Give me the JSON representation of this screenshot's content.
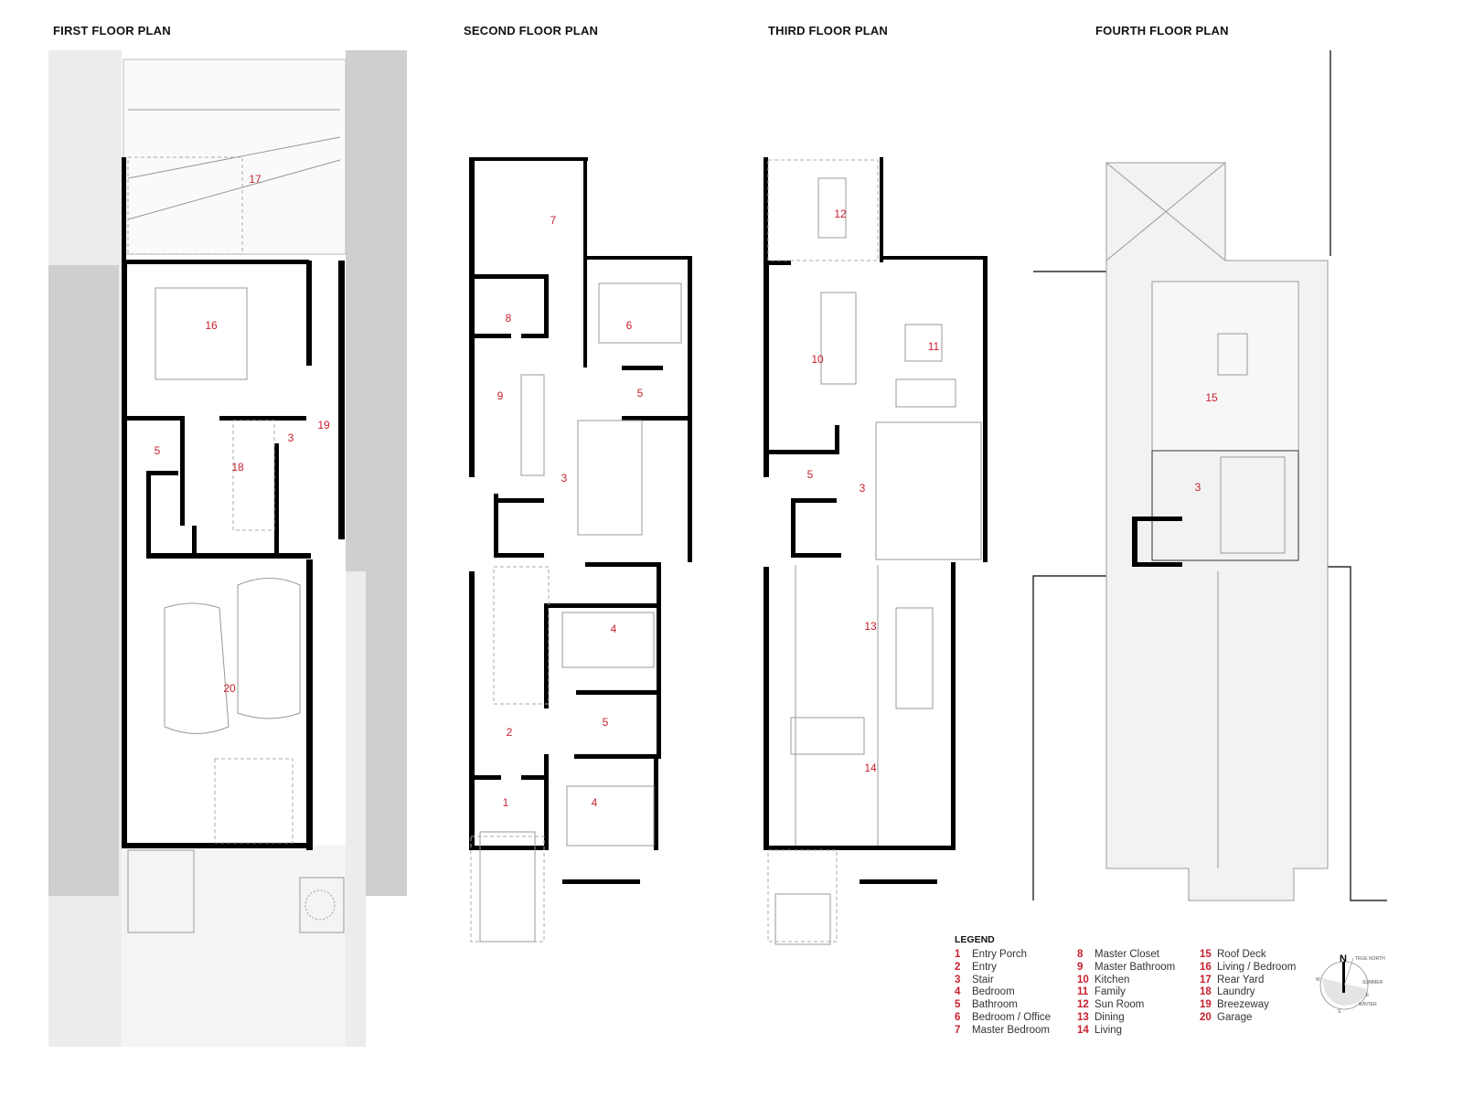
{
  "titles": [
    "FIRST FLOOR PLAN",
    "SECOND FLOOR PLAN",
    "THIRD FLOOR PLAN",
    "FOURTH FLOOR PLAN"
  ],
  "rooms": {
    "first": [
      "17",
      "16",
      "19",
      "3",
      "5",
      "18",
      "20"
    ],
    "second": [
      "7",
      "8",
      "6",
      "9",
      "5",
      "3",
      "4",
      "2",
      "5",
      "1",
      "4"
    ],
    "third": [
      "12",
      "10",
      "11",
      "5",
      "3",
      "13",
      "14"
    ],
    "fourth": [
      "15",
      "3"
    ]
  },
  "legend": {
    "title": "LEGEND",
    "items": [
      {
        "num": "1",
        "label": "Entry Porch"
      },
      {
        "num": "2",
        "label": "Entry"
      },
      {
        "num": "3",
        "label": "Stair"
      },
      {
        "num": "4",
        "label": "Bedroom"
      },
      {
        "num": "5",
        "label": "Bathroom"
      },
      {
        "num": "6",
        "label": "Bedroom / Office"
      },
      {
        "num": "7",
        "label": "Master Bedroom"
      },
      {
        "num": "8",
        "label": "Master Closet"
      },
      {
        "num": "9",
        "label": "Master Bathroom"
      },
      {
        "num": "10",
        "label": "Kitchen"
      },
      {
        "num": "11",
        "label": "Family"
      },
      {
        "num": "12",
        "label": "Sun Room"
      },
      {
        "num": "13",
        "label": "Dining"
      },
      {
        "num": "14",
        "label": "Living"
      },
      {
        "num": "15",
        "label": "Roof Deck"
      },
      {
        "num": "16",
        "label": "Living / Bedroom"
      },
      {
        "num": "17",
        "label": "Rear Yard"
      },
      {
        "num": "18",
        "label": "Laundry"
      },
      {
        "num": "19",
        "label": "Breezeway"
      },
      {
        "num": "20",
        "label": "Garage"
      }
    ]
  },
  "compass": {
    "north": "N",
    "true_north": "TRUE NORTH",
    "summer": "SUMMER",
    "winter": "WINTER",
    "west": "W",
    "east": "E",
    "south": "S"
  },
  "colors": {
    "room_number": "#c8202f",
    "wall": "#000000",
    "site": "#d9d9d9"
  }
}
